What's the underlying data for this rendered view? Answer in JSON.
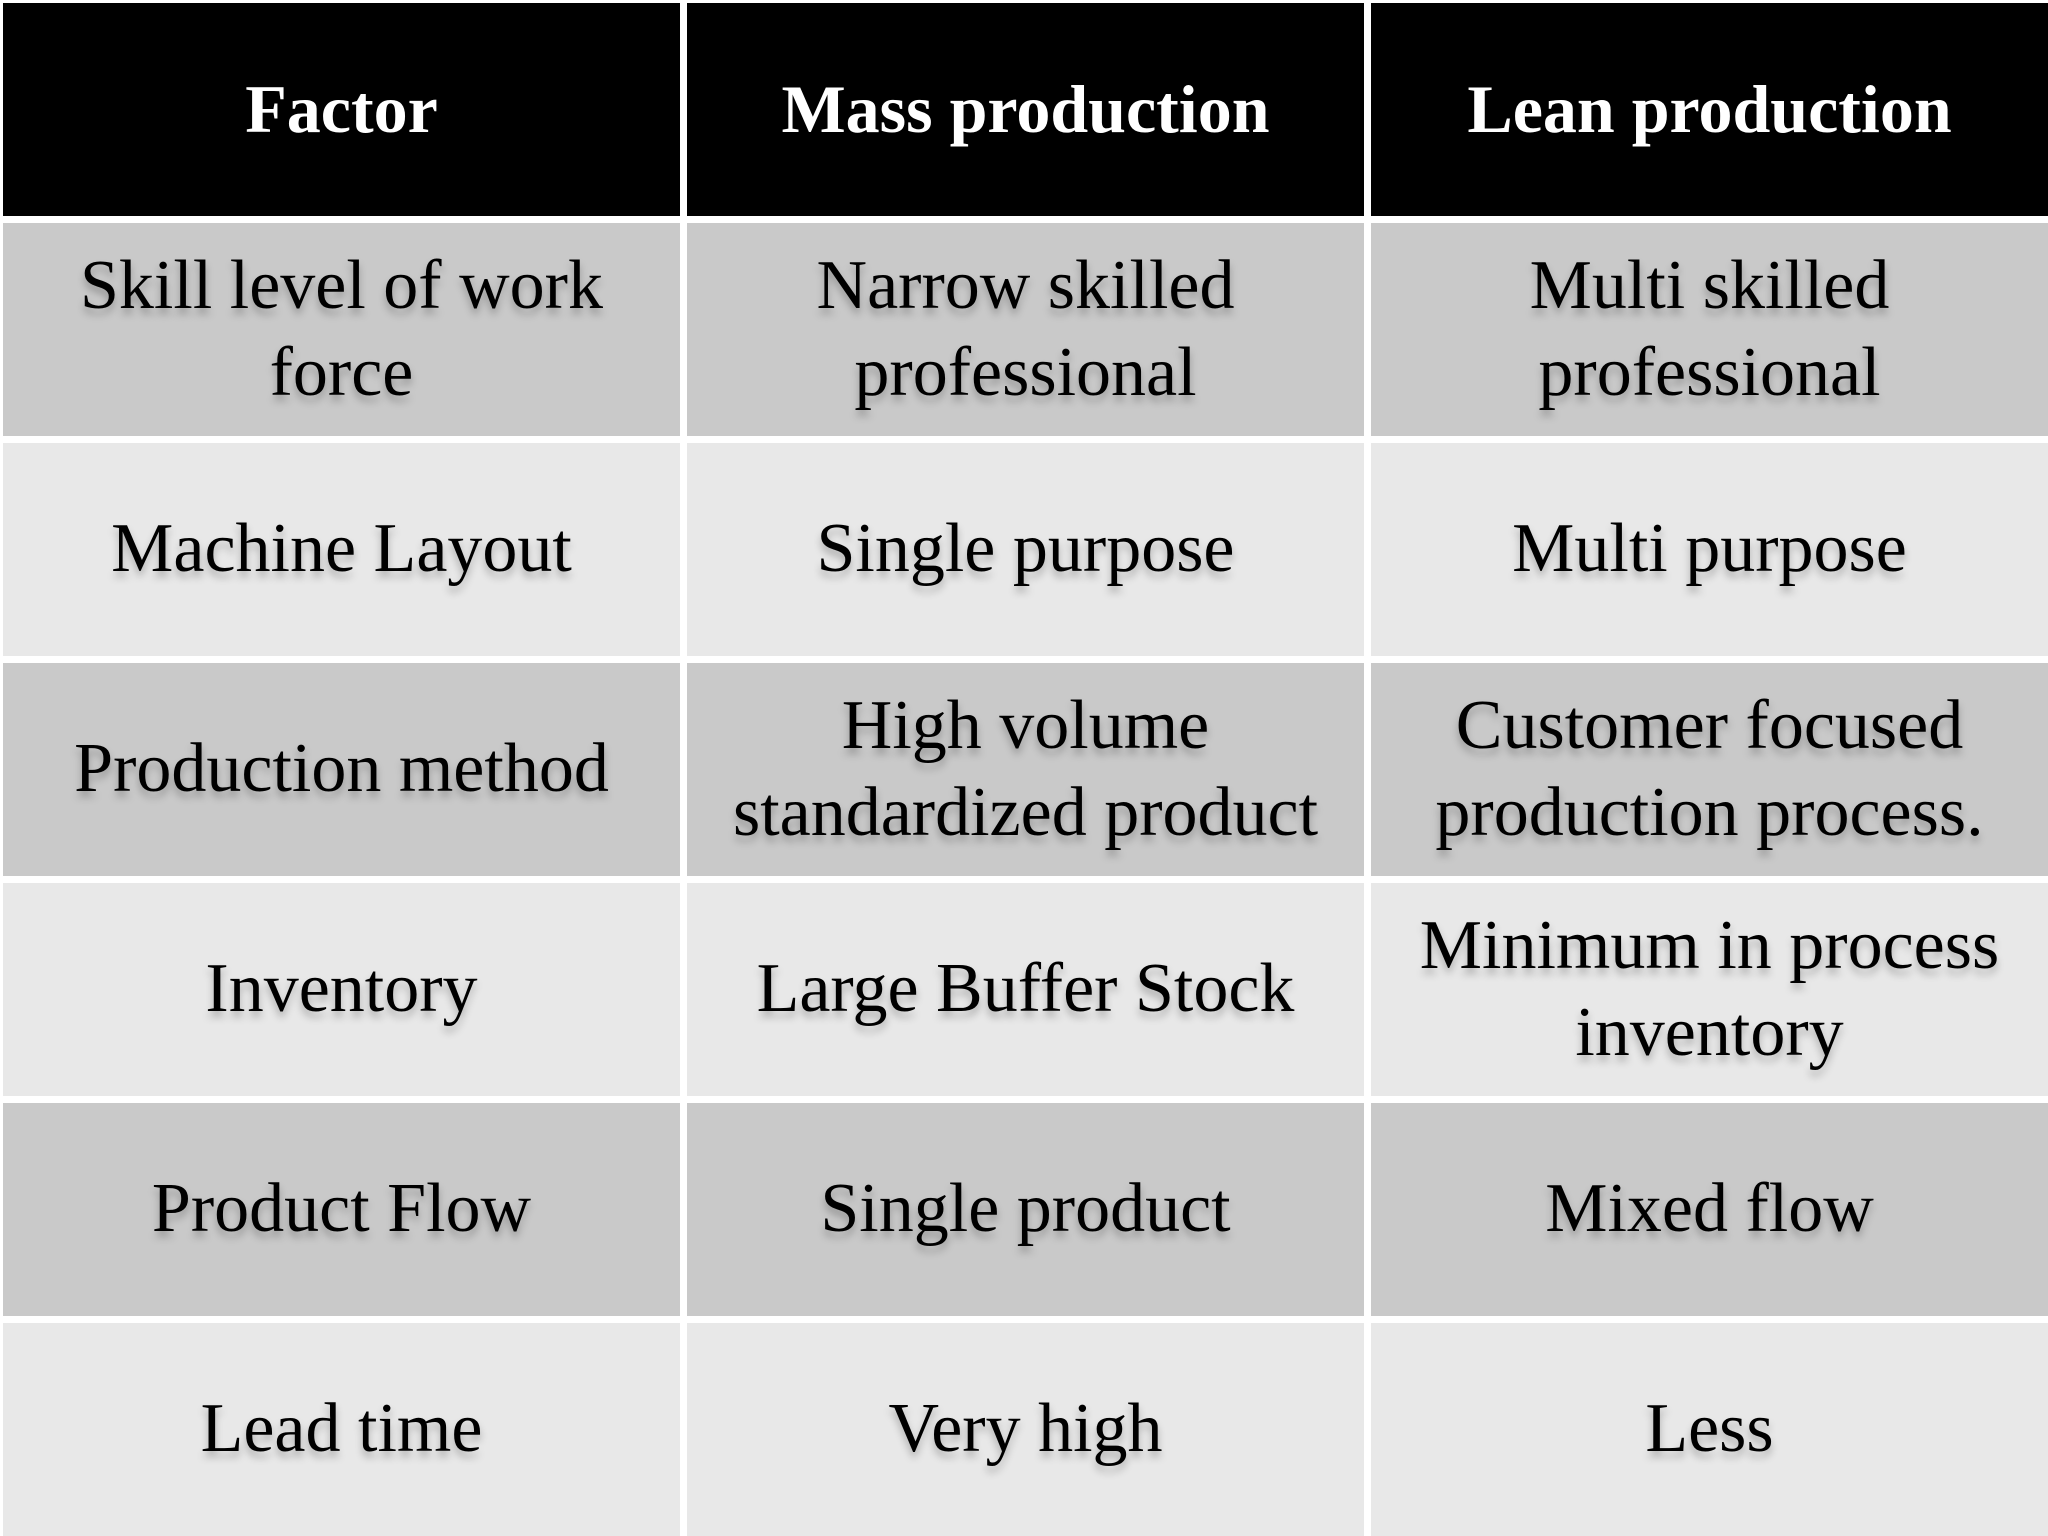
{
  "chart_data": {
    "type": "table",
    "columns": [
      "Factor",
      "Mass production",
      "Lean production"
    ],
    "rows": [
      [
        "Skill level of work force",
        "Narrow skilled professional",
        "Multi skilled professional"
      ],
      [
        "Machine Layout",
        "Single purpose",
        "Multi purpose"
      ],
      [
        "Production method",
        "High volume standardized product",
        "Customer focused production process."
      ],
      [
        "Inventory",
        "Large Buffer Stock",
        "Minimum in process inventory"
      ],
      [
        "Product Flow",
        "Single product",
        "Mixed flow"
      ],
      [
        "Lead time",
        "Very high",
        "Less"
      ]
    ],
    "layout": {
      "header_position": "top",
      "alternating_rows": true,
      "grid": "white dividers between all cells"
    }
  },
  "colors": {
    "header_bg": "#000000",
    "header_text": "#ffffff",
    "row_dark": "#c9c9c9",
    "row_light": "#e8e8e8",
    "divider": "#ffffff",
    "body_text": "#000000"
  }
}
